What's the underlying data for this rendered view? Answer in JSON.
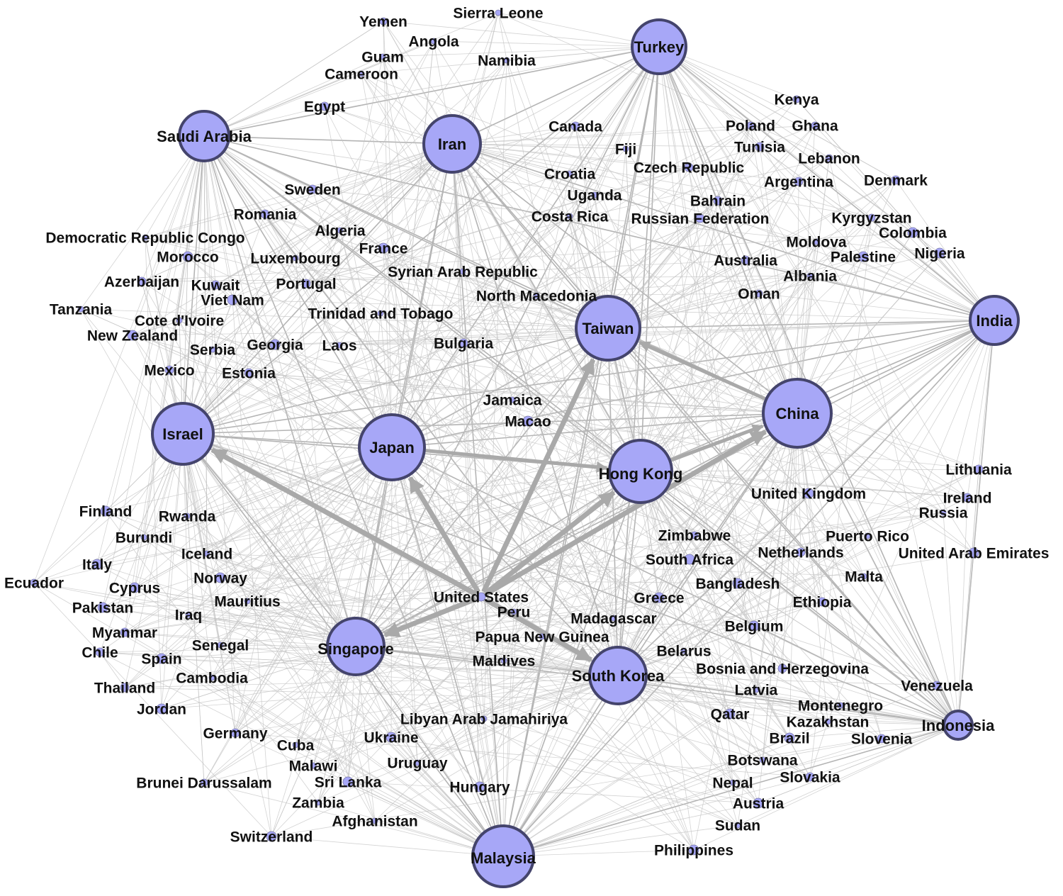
{
  "nodes": [
    {
      "id": "turkey",
      "label": "Turkey",
      "hub": true
    },
    {
      "id": "iran",
      "label": "Iran",
      "hub": true
    },
    {
      "id": "saudi",
      "label": "Saudi Arabia",
      "hub": true
    },
    {
      "id": "taiwan",
      "label": "Taiwan",
      "hub": true
    },
    {
      "id": "india",
      "label": "India",
      "hub": true
    },
    {
      "id": "china",
      "label": "China",
      "hub": true
    },
    {
      "id": "israel",
      "label": "Israel",
      "hub": true
    },
    {
      "id": "japan",
      "label": "Japan",
      "hub": true
    },
    {
      "id": "hongkong",
      "label": "Hong Kong",
      "hub": true
    },
    {
      "id": "singapore",
      "label": "Singapore",
      "hub": true
    },
    {
      "id": "southkorea",
      "label": "South Korea",
      "hub": true
    },
    {
      "id": "malaysia",
      "label": "Malaysia",
      "hub": true
    },
    {
      "id": "indonesia",
      "label": "Indonesia",
      "hub": true
    },
    {
      "id": "usa",
      "label": "United States",
      "hub": false
    },
    {
      "id": "yemen",
      "label": "Yemen",
      "hub": false
    },
    {
      "id": "sierraleone",
      "label": "Sierra Leone",
      "hub": false
    },
    {
      "id": "angola",
      "label": "Angola",
      "hub": false
    },
    {
      "id": "guam",
      "label": "Guam",
      "hub": false
    },
    {
      "id": "namibia",
      "label": "Namibia",
      "hub": false
    },
    {
      "id": "cameroon",
      "label": "Cameroon",
      "hub": false
    },
    {
      "id": "egypt",
      "label": "Egypt",
      "hub": false
    },
    {
      "id": "kenya",
      "label": "Kenya",
      "hub": false
    },
    {
      "id": "canada",
      "label": "Canada",
      "hub": false
    },
    {
      "id": "poland",
      "label": "Poland",
      "hub": false
    },
    {
      "id": "ghana",
      "label": "Ghana",
      "hub": false
    },
    {
      "id": "fiji",
      "label": "Fiji",
      "hub": false
    },
    {
      "id": "tunisia",
      "label": "Tunisia",
      "hub": false
    },
    {
      "id": "lebanon",
      "label": "Lebanon",
      "hub": false
    },
    {
      "id": "croatia",
      "label": "Croatia",
      "hub": false
    },
    {
      "id": "czech",
      "label": "Czech Republic",
      "hub": false
    },
    {
      "id": "argentina",
      "label": "Argentina",
      "hub": false
    },
    {
      "id": "denmark",
      "label": "Denmark",
      "hub": false
    },
    {
      "id": "sweden",
      "label": "Sweden",
      "hub": false
    },
    {
      "id": "uganda",
      "label": "Uganda",
      "hub": false
    },
    {
      "id": "bahrain",
      "label": "Bahrain",
      "hub": false
    },
    {
      "id": "romania",
      "label": "Romania",
      "hub": false
    },
    {
      "id": "costarica",
      "label": "Costa Rica",
      "hub": false
    },
    {
      "id": "russianfed",
      "label": "Russian Federation",
      "hub": false
    },
    {
      "id": "kyrgyzstan",
      "label": "Kyrgyzstan",
      "hub": false
    },
    {
      "id": "drc",
      "label": "Democratic Republic Congo",
      "hub": false
    },
    {
      "id": "algeria",
      "label": "Algeria",
      "hub": false
    },
    {
      "id": "colombia",
      "label": "Colombia",
      "hub": false
    },
    {
      "id": "moldova",
      "label": "Moldova",
      "hub": false
    },
    {
      "id": "france",
      "label": "France",
      "hub": false
    },
    {
      "id": "morocco",
      "label": "Morocco",
      "hub": false
    },
    {
      "id": "luxembourg",
      "label": "Luxembourg",
      "hub": false
    },
    {
      "id": "palestine",
      "label": "Palestine",
      "hub": false
    },
    {
      "id": "nigeria",
      "label": "Nigeria",
      "hub": false
    },
    {
      "id": "australia",
      "label": "Australia",
      "hub": false
    },
    {
      "id": "syria",
      "label": "Syrian Arab Republic",
      "hub": false
    },
    {
      "id": "albania",
      "label": "Albania",
      "hub": false
    },
    {
      "id": "azerbaijan",
      "label": "Azerbaijan",
      "hub": false
    },
    {
      "id": "kuwait",
      "label": "Kuwait",
      "hub": false
    },
    {
      "id": "portugal",
      "label": "Portugal",
      "hub": false
    },
    {
      "id": "oman",
      "label": "Oman",
      "hub": false
    },
    {
      "id": "northmacedonia",
      "label": "North Macedonia",
      "hub": false
    },
    {
      "id": "vietnam",
      "label": "Viet Nam",
      "hub": false
    },
    {
      "id": "tanzania",
      "label": "Tanzania",
      "hub": false
    },
    {
      "id": "trinidad",
      "label": "Trinidad and Tobago",
      "hub": false
    },
    {
      "id": "cotedivoire",
      "label": "Cote d'Ivoire",
      "hub": false
    },
    {
      "id": "newzealand",
      "label": "New Zealand",
      "hub": false
    },
    {
      "id": "serbia",
      "label": "Serbia",
      "hub": false
    },
    {
      "id": "georgia",
      "label": "Georgia",
      "hub": false
    },
    {
      "id": "laos",
      "label": "Laos",
      "hub": false
    },
    {
      "id": "bulgaria",
      "label": "Bulgaria",
      "hub": false
    },
    {
      "id": "mexico",
      "label": "Mexico",
      "hub": false
    },
    {
      "id": "estonia",
      "label": "Estonia",
      "hub": false
    },
    {
      "id": "jamaica",
      "label": "Jamaica",
      "hub": false
    },
    {
      "id": "macao",
      "label": "Macao",
      "hub": false
    },
    {
      "id": "lithuania",
      "label": "Lithuania",
      "hub": false
    },
    {
      "id": "uk",
      "label": "United Kingdom",
      "hub": false
    },
    {
      "id": "ireland",
      "label": "Ireland",
      "hub": false
    },
    {
      "id": "russia",
      "label": "Russia",
      "hub": false
    },
    {
      "id": "finland",
      "label": "Finland",
      "hub": false
    },
    {
      "id": "rwanda",
      "label": "Rwanda",
      "hub": false
    },
    {
      "id": "zimbabwe",
      "label": "Zimbabwe",
      "hub": false
    },
    {
      "id": "puertorico",
      "label": "Puerto Rico",
      "hub": false
    },
    {
      "id": "burundi",
      "label": "Burundi",
      "hub": false
    },
    {
      "id": "iceland",
      "label": "Iceland",
      "hub": false
    },
    {
      "id": "southafrica",
      "label": "South Africa",
      "hub": false
    },
    {
      "id": "netherlands",
      "label": "Netherlands",
      "hub": false
    },
    {
      "id": "uae",
      "label": "United Arab Emirates",
      "hub": false
    },
    {
      "id": "italy",
      "label": "Italy",
      "hub": false
    },
    {
      "id": "norway",
      "label": "Norway",
      "hub": false
    },
    {
      "id": "malta",
      "label": "Malta",
      "hub": false
    },
    {
      "id": "ecuador",
      "label": "Ecuador",
      "hub": false
    },
    {
      "id": "cyprus",
      "label": "Cyprus",
      "hub": false
    },
    {
      "id": "bangladesh",
      "label": "Bangladesh",
      "hub": false
    },
    {
      "id": "mauritius",
      "label": "Mauritius",
      "hub": false
    },
    {
      "id": "greece",
      "label": "Greece",
      "hub": false
    },
    {
      "id": "ethiopia",
      "label": "Ethiopia",
      "hub": false
    },
    {
      "id": "pakistan",
      "label": "Pakistan",
      "hub": false
    },
    {
      "id": "iraq",
      "label": "Iraq",
      "hub": false
    },
    {
      "id": "peru",
      "label": "Peru",
      "hub": false
    },
    {
      "id": "madagascar",
      "label": "Madagascar",
      "hub": false
    },
    {
      "id": "myanmar",
      "label": "Myanmar",
      "hub": false
    },
    {
      "id": "belgium",
      "label": "Belgium",
      "hub": false
    },
    {
      "id": "papuang",
      "label": "Papua New Guinea",
      "hub": false
    },
    {
      "id": "senegal",
      "label": "Senegal",
      "hub": false
    },
    {
      "id": "chile",
      "label": "Chile",
      "hub": false
    },
    {
      "id": "belarus",
      "label": "Belarus",
      "hub": false
    },
    {
      "id": "spain",
      "label": "Spain",
      "hub": false
    },
    {
      "id": "maldives",
      "label": "Maldives",
      "hub": false
    },
    {
      "id": "bosnia",
      "label": "Bosnia and Herzegovina",
      "hub": false
    },
    {
      "id": "cambodia",
      "label": "Cambodia",
      "hub": false
    },
    {
      "id": "thailand",
      "label": "Thailand",
      "hub": false
    },
    {
      "id": "venezuela",
      "label": "Venezuela",
      "hub": false
    },
    {
      "id": "latvia",
      "label": "Latvia",
      "hub": false
    },
    {
      "id": "jordan",
      "label": "Jordan",
      "hub": false
    },
    {
      "id": "montenegro",
      "label": "Montenegro",
      "hub": false
    },
    {
      "id": "qatar",
      "label": "Qatar",
      "hub": false
    },
    {
      "id": "libya",
      "label": "Libyan Arab Jamahiriya",
      "hub": false
    },
    {
      "id": "kazakhstan",
      "label": "Kazakhstan",
      "hub": false
    },
    {
      "id": "germany",
      "label": "Germany",
      "hub": false
    },
    {
      "id": "ukraine",
      "label": "Ukraine",
      "hub": false
    },
    {
      "id": "cuba",
      "label": "Cuba",
      "hub": false
    },
    {
      "id": "brazil",
      "label": "Brazil",
      "hub": false
    },
    {
      "id": "slovenia",
      "label": "Slovenia",
      "hub": false
    },
    {
      "id": "uruguay",
      "label": "Uruguay",
      "hub": false
    },
    {
      "id": "malawi",
      "label": "Malawi",
      "hub": false
    },
    {
      "id": "botswana",
      "label": "Botswana",
      "hub": false
    },
    {
      "id": "brunei",
      "label": "Brunei Darussalam",
      "hub": false
    },
    {
      "id": "srilanka",
      "label": "Sri Lanka",
      "hub": false
    },
    {
      "id": "hungary",
      "label": "Hungary",
      "hub": false
    },
    {
      "id": "slovakia",
      "label": "Slovakia",
      "hub": false
    },
    {
      "id": "nepal",
      "label": "Nepal",
      "hub": false
    },
    {
      "id": "zambia",
      "label": "Zambia",
      "hub": false
    },
    {
      "id": "austria",
      "label": "Austria",
      "hub": false
    },
    {
      "id": "afghanistan",
      "label": "Afghanistan",
      "hub": false
    },
    {
      "id": "sudan",
      "label": "Sudan",
      "hub": false
    },
    {
      "id": "switzerland",
      "label": "Switzerland",
      "hub": false
    },
    {
      "id": "philippines",
      "label": "Philippines",
      "hub": false
    }
  ],
  "strong_edges": [
    {
      "source": "usa",
      "target": "israel"
    },
    {
      "source": "usa",
      "target": "japan"
    },
    {
      "source": "usa",
      "target": "hongkong"
    },
    {
      "source": "usa",
      "target": "taiwan"
    },
    {
      "source": "usa",
      "target": "china"
    },
    {
      "source": "usa",
      "target": "singapore"
    },
    {
      "source": "usa",
      "target": "southkorea"
    },
    {
      "source": "hongkong",
      "target": "china"
    },
    {
      "source": "china",
      "target": "taiwan"
    },
    {
      "source": "japan",
      "target": "hongkong"
    }
  ]
}
